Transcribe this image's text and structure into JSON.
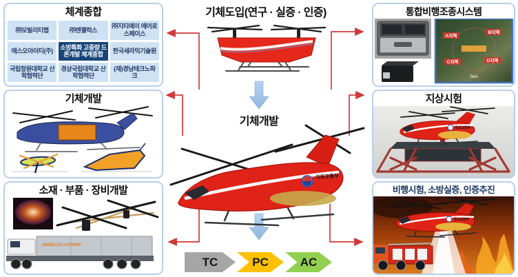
{
  "top": {
    "intro_title": "기체도입(연구 · 실증 · 인증)"
  },
  "center": {
    "dev_label": "기체개발",
    "heli_marking": "국토교통부"
  },
  "panels": {
    "system_integration": {
      "title": "체계종합",
      "cells": [
        {
          "label": "㈜모빌리티랩"
        },
        {
          "label": "㈜엔젤럭스"
        },
        {
          "label": "㈜지티에이 에어로스페이스"
        },
        {
          "label": "에스오아이티(주)"
        },
        {
          "label": "소방특화 고중량 드론개발 체계종합",
          "highlight": true
        },
        {
          "label": "한국세라믹기술원"
        },
        {
          "label": "국립창원대학교 산학협력단"
        },
        {
          "label": "경상국립대학교 산학협력단"
        },
        {
          "label": "(재)경남테크노파크"
        }
      ]
    },
    "airframe_dev": {
      "title": "기체개발"
    },
    "materials": {
      "title": "소재 · 부품 · 장비개발",
      "container_marking": "ANGELUX UAT6390"
    },
    "flight_control": {
      "title": "통합비행조종시스템",
      "map_labels": [
        "A지역",
        "B지역",
        "C지역",
        "D지역"
      ],
      "map_scale": "5km"
    },
    "ground_test": {
      "title": "지상시험",
      "heli_marking": "국토교통부"
    },
    "flight_test": {
      "title": "비행시험, 소방실증, 인증추진",
      "heli_marking": "국토교통부"
    }
  },
  "process": {
    "steps": [
      {
        "label": "TC",
        "color": "#a6a6a6"
      },
      {
        "label": "PC",
        "color": "#ffc000"
      },
      {
        "label": "AC",
        "color": "#92d050"
      }
    ]
  },
  "colors": {
    "connector": "#cf3a3a",
    "flow_arrow": "#a3c6e8",
    "panel_border": "#b9cfe8",
    "cell_bg": "#cfe2f3",
    "cell_text": "#1f3864",
    "cell_highlight_bg": "#17467a"
  }
}
